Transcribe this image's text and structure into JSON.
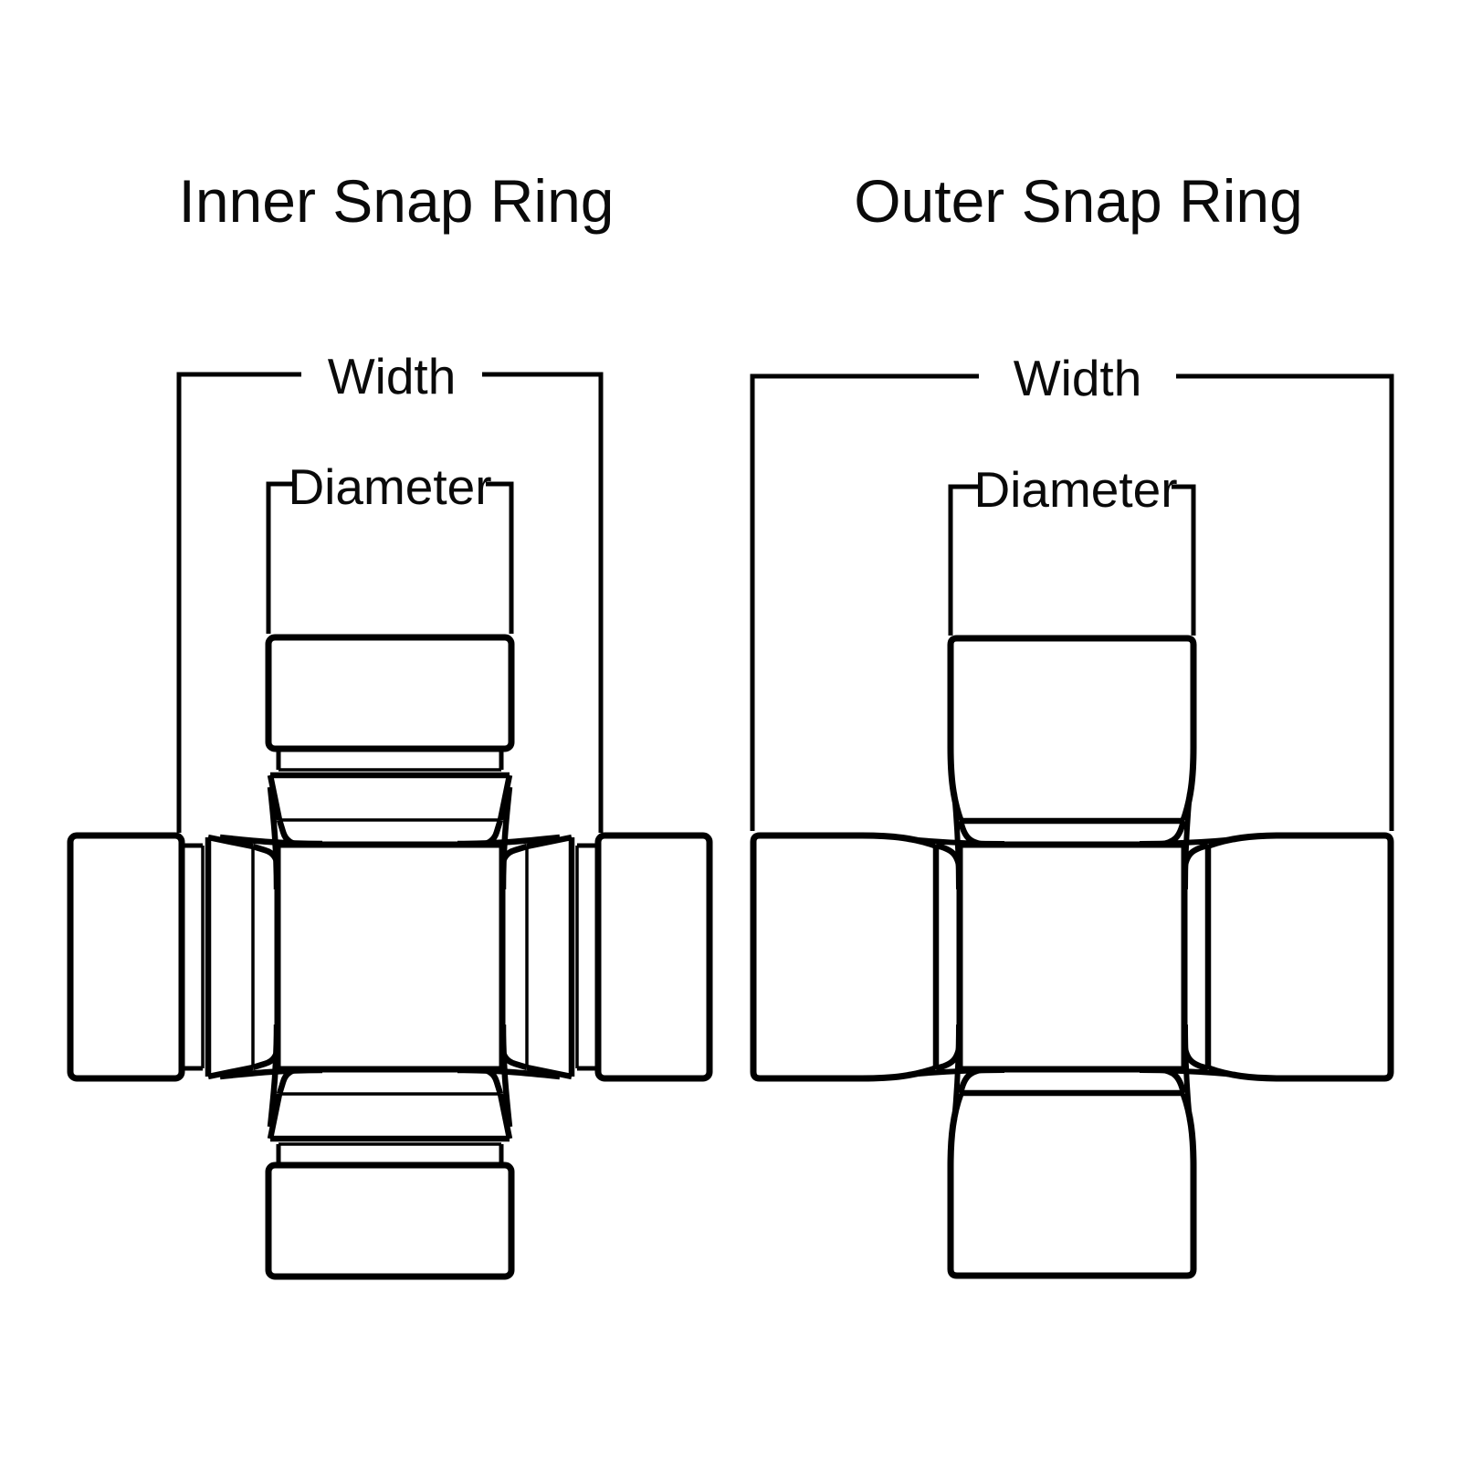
{
  "canvas": {
    "background": "#ffffff",
    "line_color": "#000000"
  },
  "inner_diagram": {
    "title": "Inner Snap Ring",
    "width_label": "Width",
    "diameter_label": "Diameter"
  },
  "outer_diagram": {
    "title": "Outer Snap Ring",
    "width_label": "Width",
    "diameter_label": "Diameter"
  }
}
